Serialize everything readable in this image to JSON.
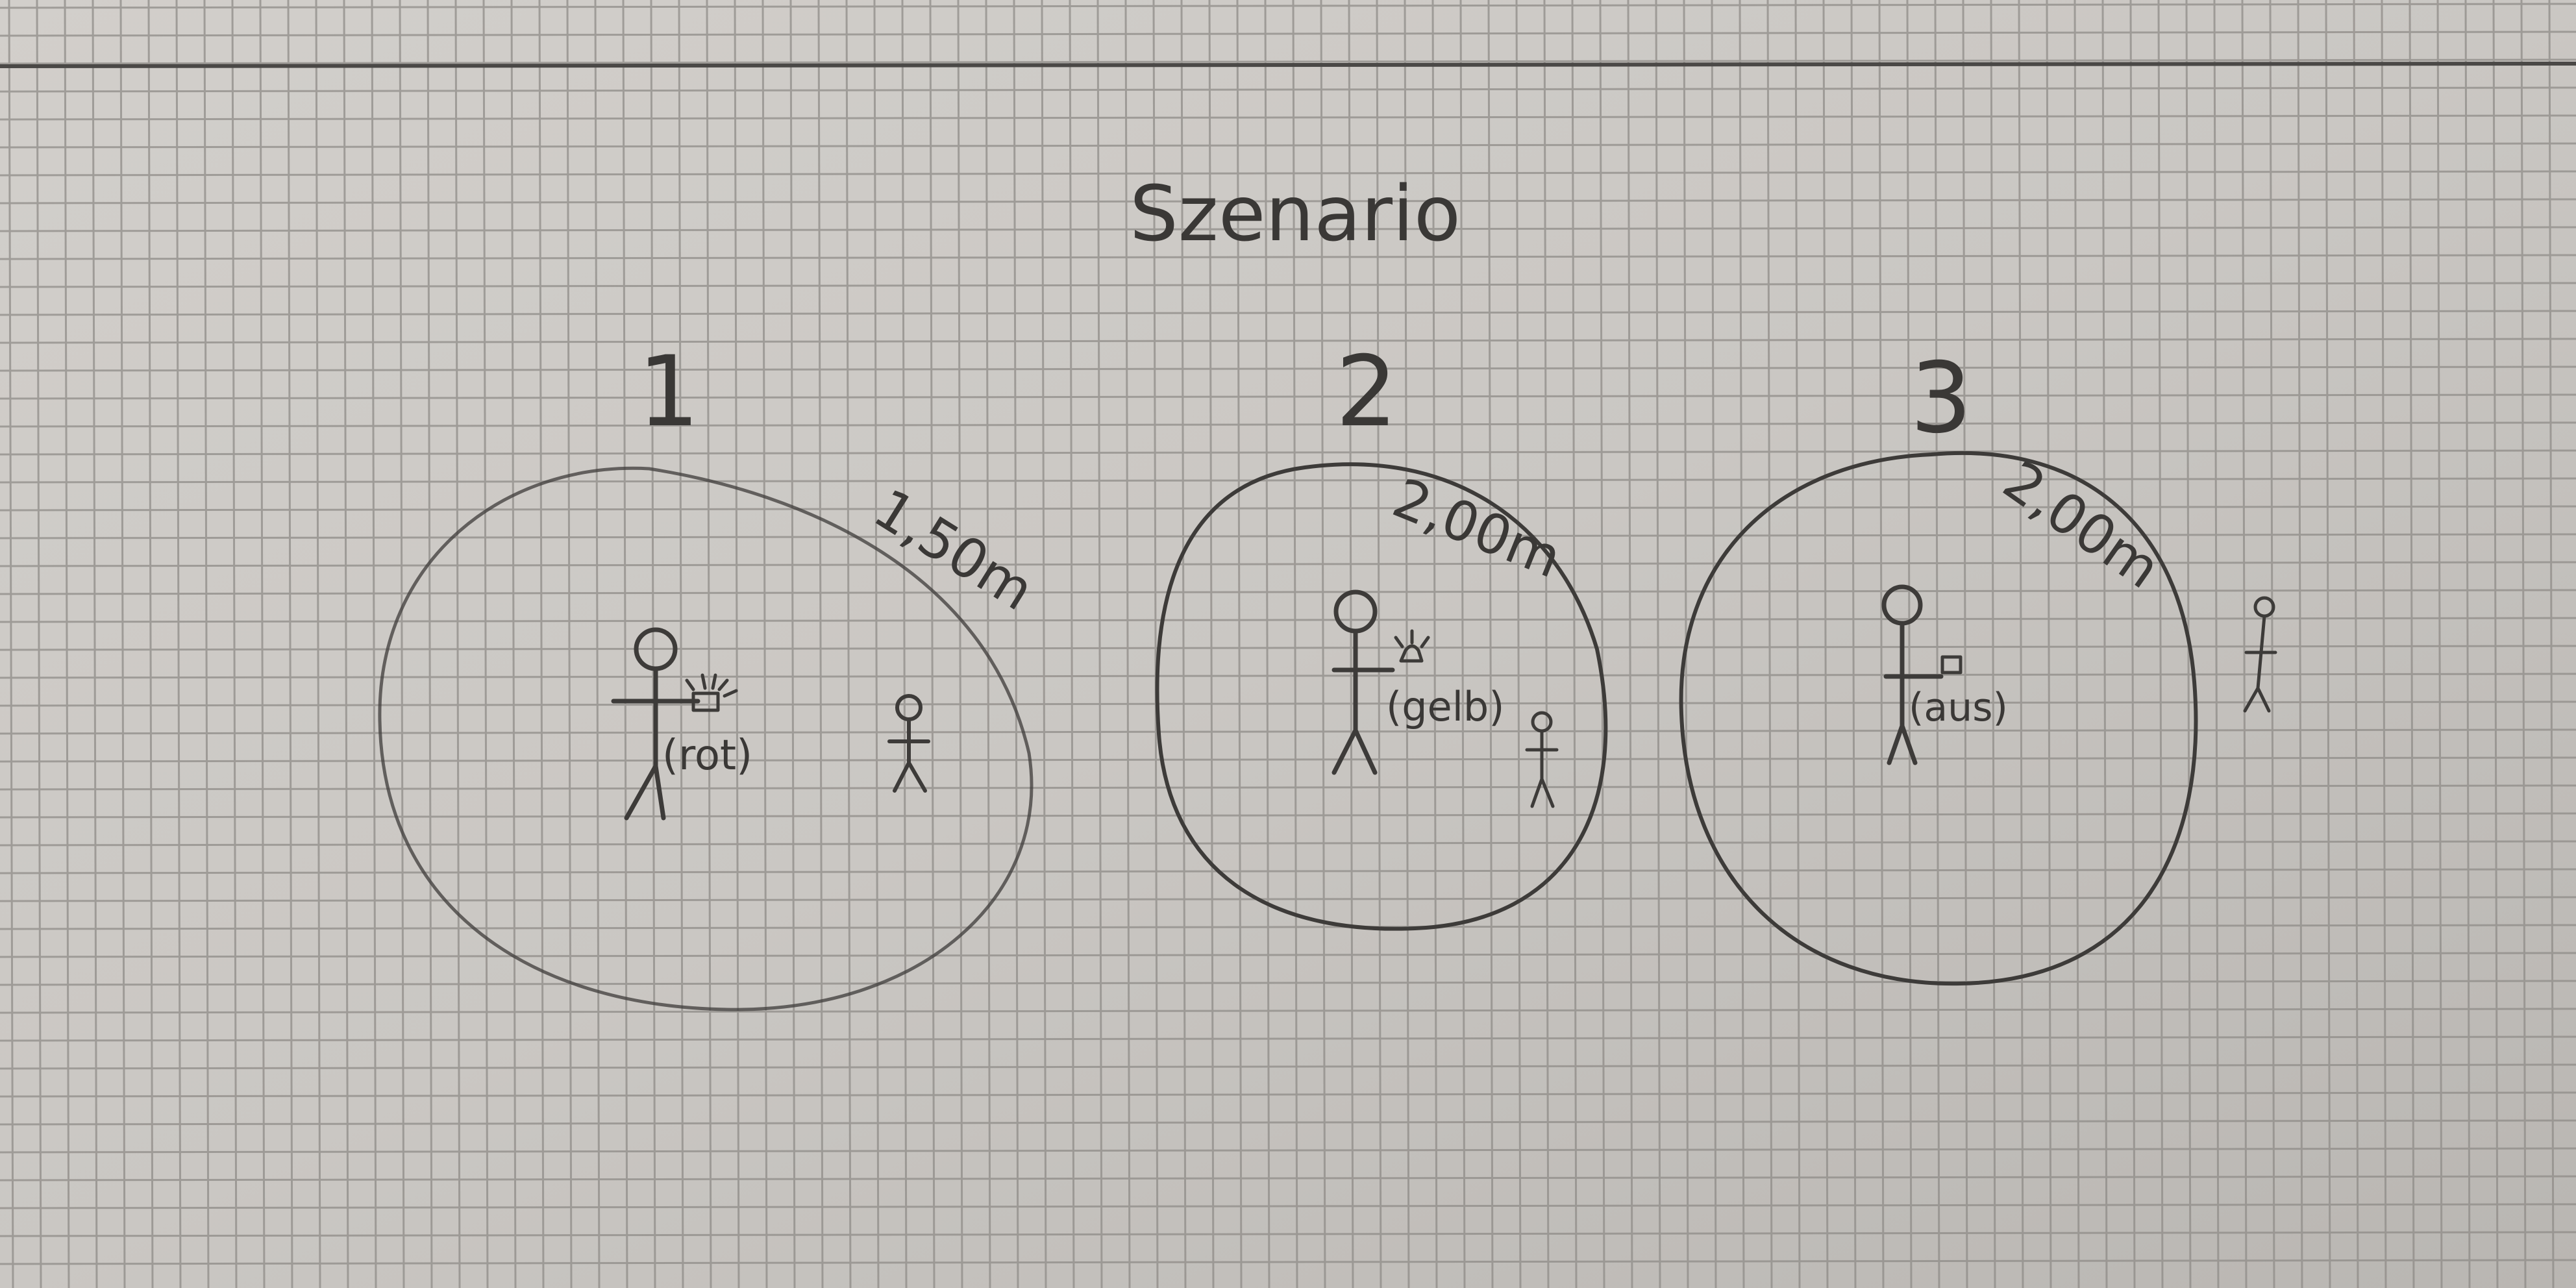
{
  "title": "Szenario",
  "scenarios": [
    {
      "number": "1",
      "distance": "1,50m",
      "state": "(rot)"
    },
    {
      "number": "2",
      "distance": "2,00m",
      "state": "(gelb)"
    },
    {
      "number": "3",
      "distance": "2,00m",
      "state": "(aus)"
    }
  ],
  "colors": {
    "paper": "#c9c6c2",
    "grid": "#8f8c88",
    "ink": "#3d3b39"
  }
}
